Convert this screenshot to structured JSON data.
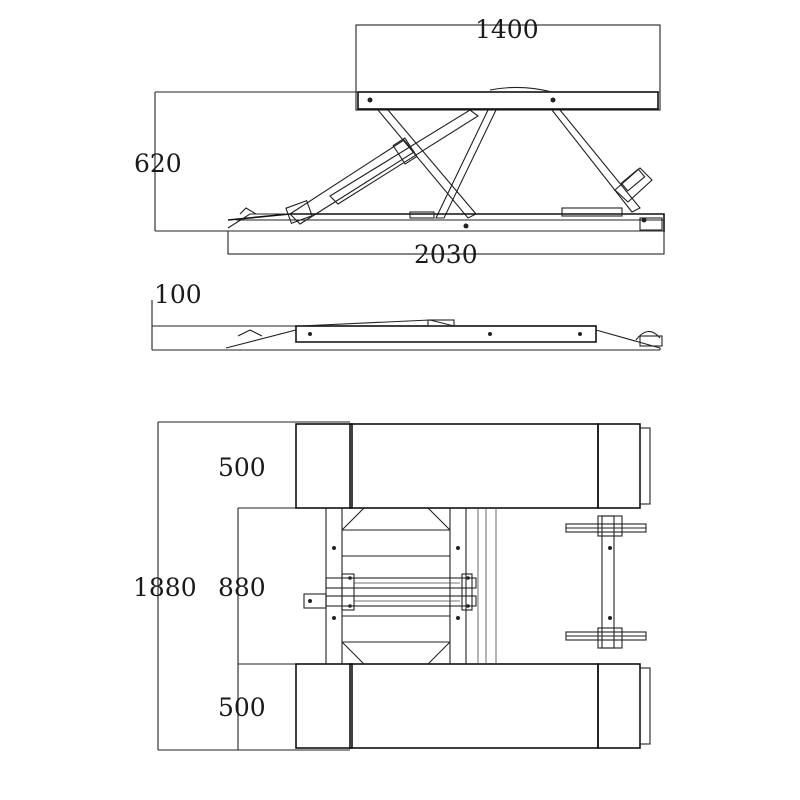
{
  "side_view": {
    "platform_length": "1400",
    "lift_height": "620",
    "base_length": "2030"
  },
  "lowered_view": {
    "min_height": "100"
  },
  "top_view": {
    "total_width": "1880",
    "upper_platform_width": "500",
    "inner_gap_width": "880",
    "lower_platform_width": "500"
  }
}
